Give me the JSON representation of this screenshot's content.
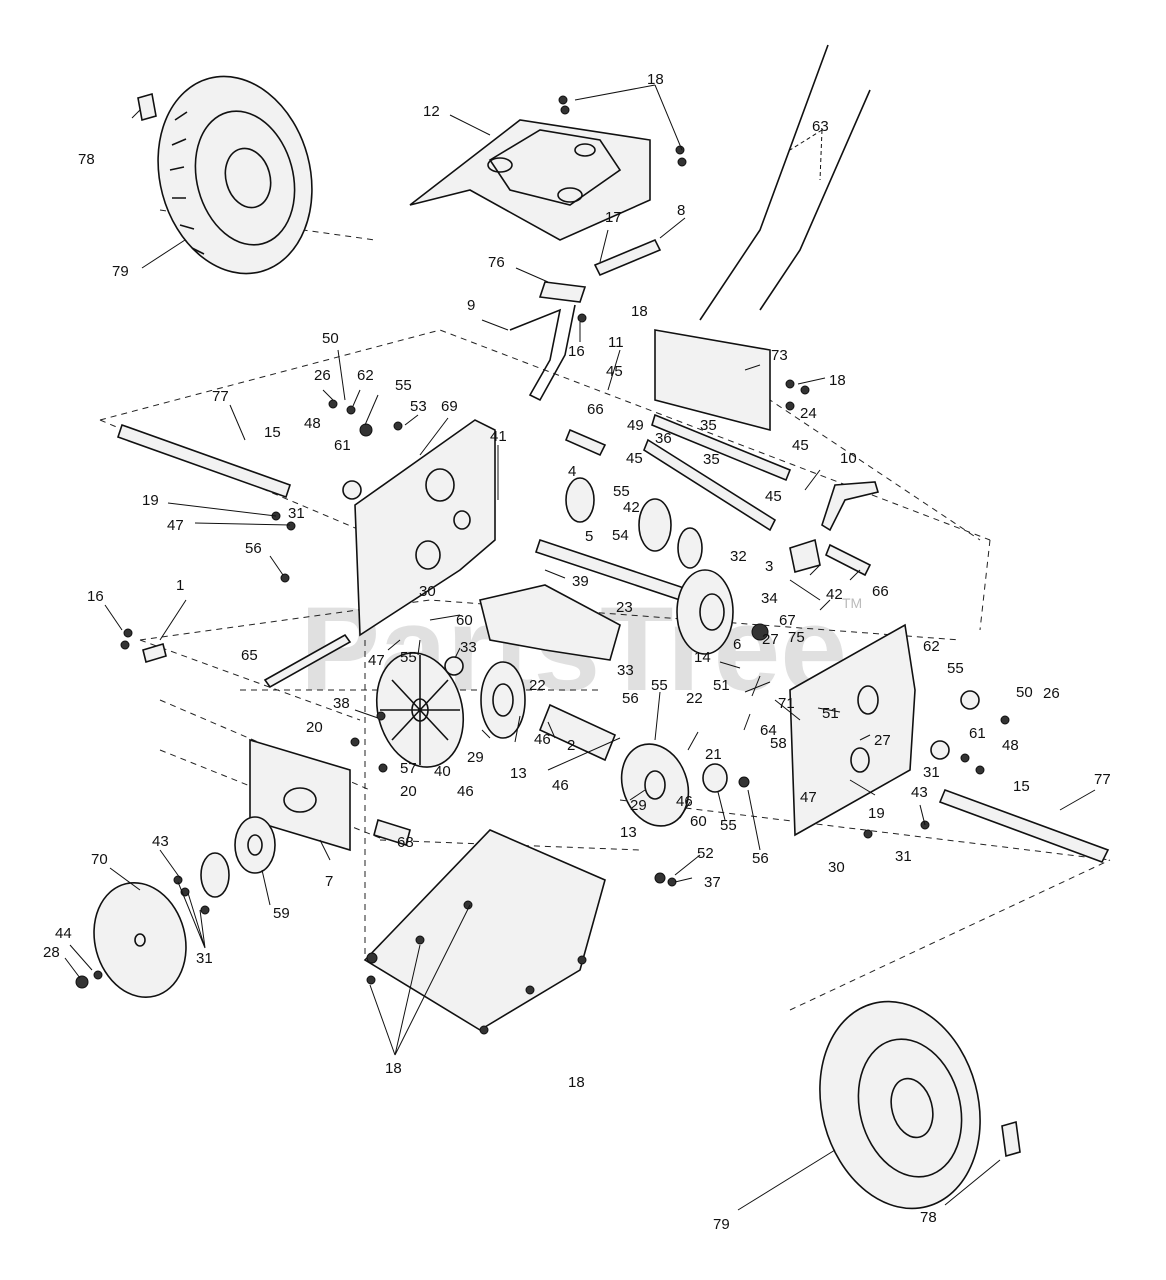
{
  "watermark": {
    "text": "PartsTree",
    "tm": "TM"
  },
  "labels": {
    "l18a": "18",
    "l12": "12",
    "l78a": "78",
    "l79a": "79",
    "l63": "63",
    "l17": "17",
    "l8": "8",
    "l76": "76",
    "l9": "9",
    "l16a": "16",
    "l18b": "18",
    "l11": "11",
    "l73": "73",
    "l18c": "18",
    "l24": "24",
    "l50a": "50",
    "l26a": "26",
    "l62a": "62",
    "l55a": "55",
    "l77a": "77",
    "l45a": "45",
    "l45b": "45",
    "l45c": "45",
    "l45d": "45",
    "l48a": "48",
    "l53": "53",
    "l69": "69",
    "l66a": "66",
    "l49": "49",
    "l35a": "35",
    "l35b": "35",
    "l15a": "15",
    "l61a": "61",
    "l41": "41",
    "l36": "36",
    "l4": "4",
    "l10": "10",
    "l19a": "19",
    "l47a": "47",
    "l31a": "31",
    "l42a": "42",
    "l55b": "55",
    "l5": "5",
    "l54": "54",
    "l32": "32",
    "l3": "3",
    "l42b": "42",
    "l66b": "66",
    "l56a": "56",
    "l39": "39",
    "l23": "23",
    "l34": "34",
    "l1": "1",
    "l16b": "16",
    "l30a": "30",
    "l60a": "60",
    "l67": "67",
    "l27a": "27",
    "l75": "75",
    "l47b": "47",
    "l55c": "55",
    "l33a": "33",
    "l6": "6",
    "l14": "14",
    "l62b": "62",
    "l55d": "55",
    "l65": "65",
    "l33b": "33",
    "l56b": "56",
    "l22a": "22",
    "l55e": "55",
    "l22b": "22",
    "l51a": "51",
    "l71": "71",
    "l51b": "51",
    "l50b": "50",
    "l26b": "26",
    "l38": "38",
    "l64": "64",
    "l58": "58",
    "l27b": "27",
    "l61b": "61",
    "l48b": "48",
    "l20a": "20",
    "l57": "57",
    "l40": "40",
    "l29a": "29",
    "l13a": "13",
    "l46a": "46",
    "l2": "2",
    "l21": "21",
    "l31b": "31",
    "l15b": "15",
    "l77b": "77",
    "l20b": "20",
    "l46b": "46",
    "l46c": "46",
    "l29b": "29",
    "l60b": "60",
    "l55f": "55",
    "l19b": "19",
    "l43a": "43",
    "l68": "68",
    "l13b": "13",
    "l56c": "56",
    "l47c": "47",
    "l31c": "31",
    "l70": "70",
    "l43b": "43",
    "l7": "7",
    "l59": "59",
    "l52": "52",
    "l37": "37",
    "l30b": "30",
    "l44": "44",
    "l28": "28",
    "l31d": "31",
    "l18d": "18",
    "l18e": "18",
    "l79b": "79",
    "l78b": "78"
  }
}
